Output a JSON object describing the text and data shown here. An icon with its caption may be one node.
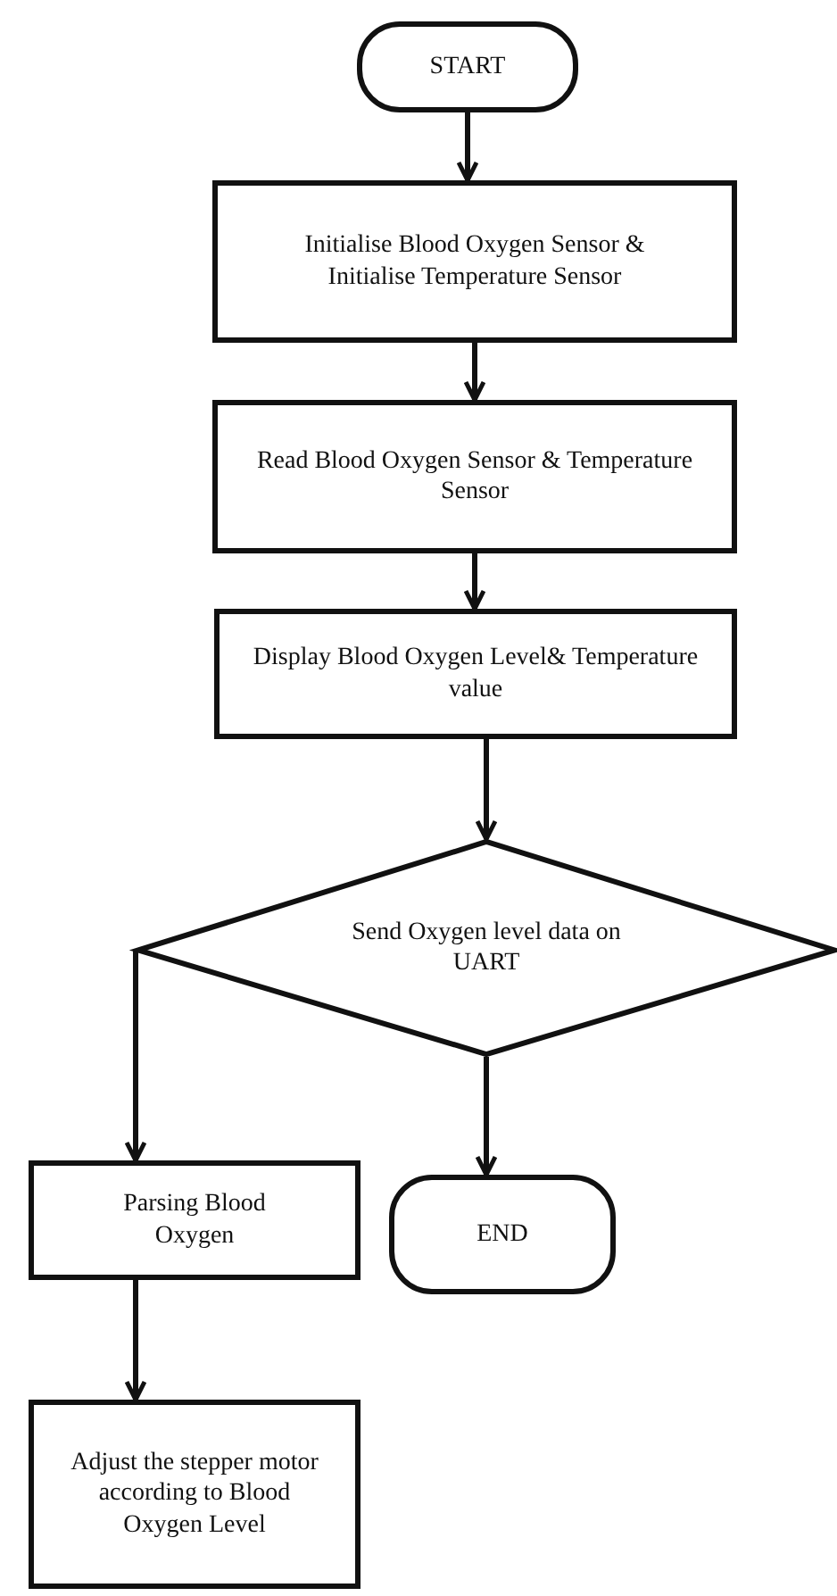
{
  "diagram": {
    "nodes": [
      {
        "text": [
          "START"
        ]
      },
      {
        "text": [
          "Initialise Blood Oxygen Sensor & Initialise Temperature Sensor"
        ]
      },
      {
        "text": [
          "Read Blood Oxygen Sensor & Temperature Sensor"
        ]
      },
      {
        "text": [
          "Display Blood Oxygen Level& Temperature value"
        ]
      },
      {
        "text": [
          "Send Oxygen level data on UART"
        ]
      },
      {
        "text": [
          "Parsing Blood Oxygen"
        ]
      },
      {
        "text": [
          "END"
        ]
      },
      {
        "text": [
          "Adjust the stepper motor according to Blood Oxygen Level"
        ]
      }
    ],
    "edges": [
      {
        "from": 0,
        "to": 1,
        "arrow": "to"
      },
      {
        "from": 1,
        "to": 2,
        "arrow": "to"
      },
      {
        "from": 2,
        "to": 3,
        "arrow": "to"
      },
      {
        "from": 3,
        "to": 4,
        "arrow": "to"
      },
      {
        "from": 4,
        "to": 5,
        "arrow": "to"
      },
      {
        "from": 4,
        "to": 6,
        "arrow": "to"
      },
      {
        "from": 5,
        "to": 7,
        "arrow": "to"
      }
    ]
  }
}
